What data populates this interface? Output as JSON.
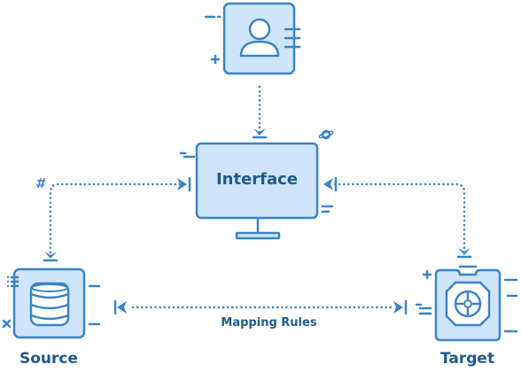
{
  "nodes": {
    "interface": {
      "label": "Interface"
    },
    "source": {
      "label": "Source"
    },
    "target": {
      "label": "Target"
    }
  },
  "edges": {
    "source_target": {
      "label": "Mapping Rules"
    }
  },
  "colors": {
    "fill": "#cfe5fb",
    "stroke": "#3a84c8",
    "text": "#1f5a8c",
    "connector": "#3a84c8"
  },
  "icons": [
    "user-icon",
    "monitor-icon",
    "database-icon",
    "target-crosshair-icon",
    "planet-icon"
  ]
}
